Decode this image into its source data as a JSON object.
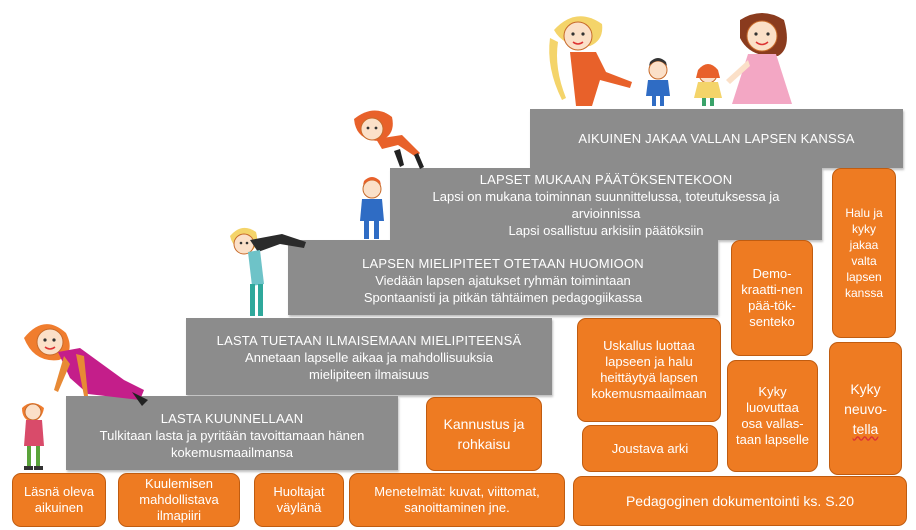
{
  "steps": [
    {
      "title": "AIKUINEN JAKAA VALLAN LAPSEN KANSSA",
      "lines": []
    },
    {
      "title": "LAPSET MUKAAN PÄÄTÖKSENTEKOON",
      "lines": [
        "Lapsi on mukana toiminnan suunnittelussa, toteutuksessa ja",
        "arvioinnissa",
        "Lapsi osallistuu arkisiin päätöksiin"
      ]
    },
    {
      "title": "LAPSEN MIELIPITEET OTETAAN HUOMIOON",
      "lines": [
        "Viedään lapsen ajatukset ryhmän toimintaan",
        "Spontaanisti ja pitkän tähtäimen pedagogiikassa"
      ]
    },
    {
      "title": "LASTA TUETAAN ILMAISEMAAN MIELIPITEENSÄ",
      "lines": [
        "Annetaan lapselle aikaa ja mahdollisuuksia",
        "mielipiteen ilmaisuus"
      ]
    },
    {
      "title": "LASTA KUUNNELLAAN",
      "lines": [
        "Tulkitaan lasta ja pyritään tavoittamaan hänen",
        "kokemusmaailmansa"
      ]
    }
  ],
  "boxes": {
    "lasna": "Läsnä oleva aikuinen",
    "kuulemisen": "Kuulemisen mahdollistava ilmapiiri",
    "huoltajat": "Huoltajat väylänä",
    "menetelmat": "Menetelmät: kuvat, viittomat, sanoittaminen jne.",
    "dokumentointi": "Pedagoginen dokumentointi ks. S.20",
    "kannustus": "Kannustus ja rohkaisu",
    "uskallus": "Uskallus luottaa lapseen ja halu heittäytyä lapsen kokemusmaailmaan",
    "joustava": "Joustava arki",
    "demokraattinen": "Demo-kraatti-nen pää-tök-senteko",
    "kyky_luovuttaa": "Kyky luovuttaa osa vallas-taan lapselle",
    "halu": "Halu ja kyky jakaa valta lapsen kanssa",
    "kyky_neuvo": "Kyky neuvo-",
    "kyky_neuvo_2": "tella"
  },
  "colors": {
    "step": "#8c8c8c",
    "box": "#ee7b22",
    "border": "#c05c10"
  }
}
